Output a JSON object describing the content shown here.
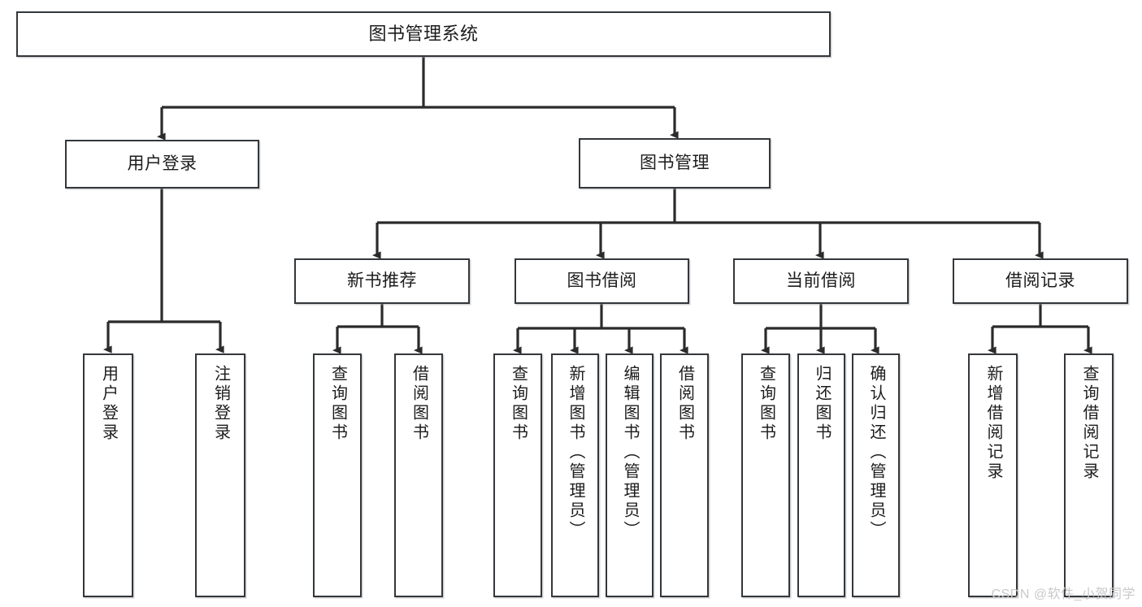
{
  "diagram": {
    "title": "图书管理系统",
    "type": "tree-hierarchy",
    "colors": {
      "background": "#ffffff",
      "node_fill": "#ffffff",
      "node_border": "#33373b",
      "edge": "#2b2b2b",
      "text": "#1c1c1c",
      "watermark": "#c9c9c9"
    },
    "watermark": "CSDN @软件_小贺同学"
  },
  "nodes": {
    "root": {
      "label": "图书管理系统"
    },
    "level2": [
      {
        "id": "user-login",
        "label": "用户登录"
      },
      {
        "id": "book-manage",
        "label": "图书管理"
      }
    ],
    "level3": [
      {
        "id": "new-book-recommend",
        "label": "新书推荐"
      },
      {
        "id": "book-borrow",
        "label": "图书借阅"
      },
      {
        "id": "current-borrow",
        "label": "当前借阅"
      },
      {
        "id": "borrow-record",
        "label": "借阅记录"
      }
    ],
    "leaves": [
      {
        "id": "leaf-user-login",
        "label": "用户登录",
        "parent": "user-login"
      },
      {
        "id": "leaf-logout-login",
        "label": "注销登录",
        "parent": "user-login"
      },
      {
        "id": "leaf-query-book-1",
        "label": "查询图书",
        "parent": "new-book-recommend"
      },
      {
        "id": "leaf-borrow-book-1",
        "label": "借阅图书",
        "parent": "new-book-recommend"
      },
      {
        "id": "leaf-query-book-2",
        "label": "查询图书",
        "parent": "book-borrow"
      },
      {
        "id": "leaf-add-book",
        "label": "新增图书（管理员）",
        "parent": "book-borrow"
      },
      {
        "id": "leaf-edit-book",
        "label": "编辑图书（管理员）",
        "parent": "book-borrow"
      },
      {
        "id": "leaf-borrow-book-2",
        "label": "借阅图书",
        "parent": "book-borrow"
      },
      {
        "id": "leaf-query-book-3",
        "label": "查询图书",
        "parent": "current-borrow"
      },
      {
        "id": "leaf-return-book",
        "label": "归还图书",
        "parent": "current-borrow"
      },
      {
        "id": "leaf-confirm-return",
        "label": "确认归还（管理员）",
        "parent": "current-borrow"
      },
      {
        "id": "leaf-add-record",
        "label": "新增借阅记录",
        "parent": "borrow-record"
      },
      {
        "id": "leaf-query-record",
        "label": "查询借阅记录",
        "parent": "borrow-record"
      }
    ]
  }
}
